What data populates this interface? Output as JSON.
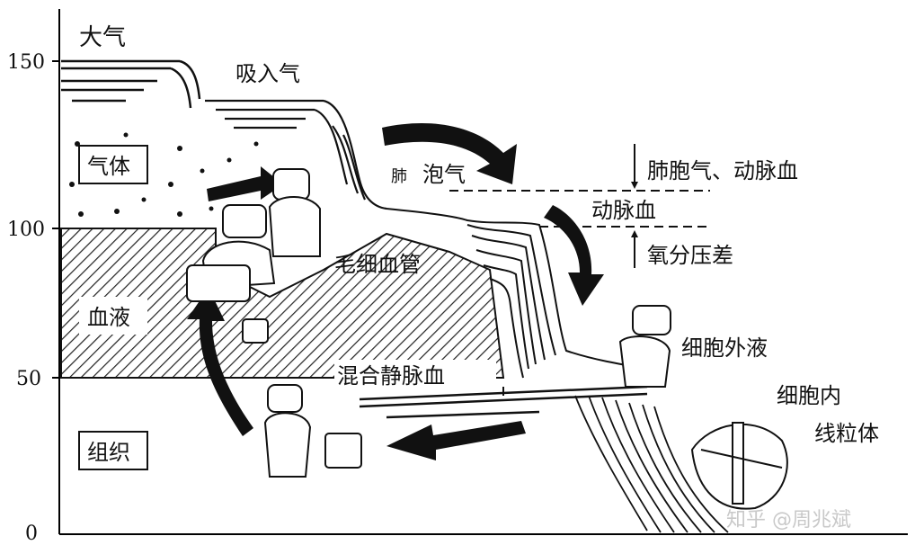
{
  "y_axis": {
    "ticks": [
      "150",
      "100",
      "50",
      "0"
    ]
  },
  "regions": {
    "atmosphere": "大气",
    "gas_box": "气体",
    "blood": "血液",
    "tissue_box": "组织"
  },
  "labels": {
    "inhaled_air": "吸入气",
    "alveolar_air_prefix": "肺",
    "alveolar_air_main": "泡气",
    "alveolar_arterial": "肺胞气、动脉血",
    "arterial_blood": "动脉血",
    "o2_gradient": "氧分压差",
    "capillary": "毛细血管",
    "mixed_venous": "混合静脉血",
    "extracellular_fluid": "细胞外液",
    "intracellular": "细胞内",
    "mitochondria": "线粒体"
  },
  "watermark": "知乎 @周兆斌"
}
